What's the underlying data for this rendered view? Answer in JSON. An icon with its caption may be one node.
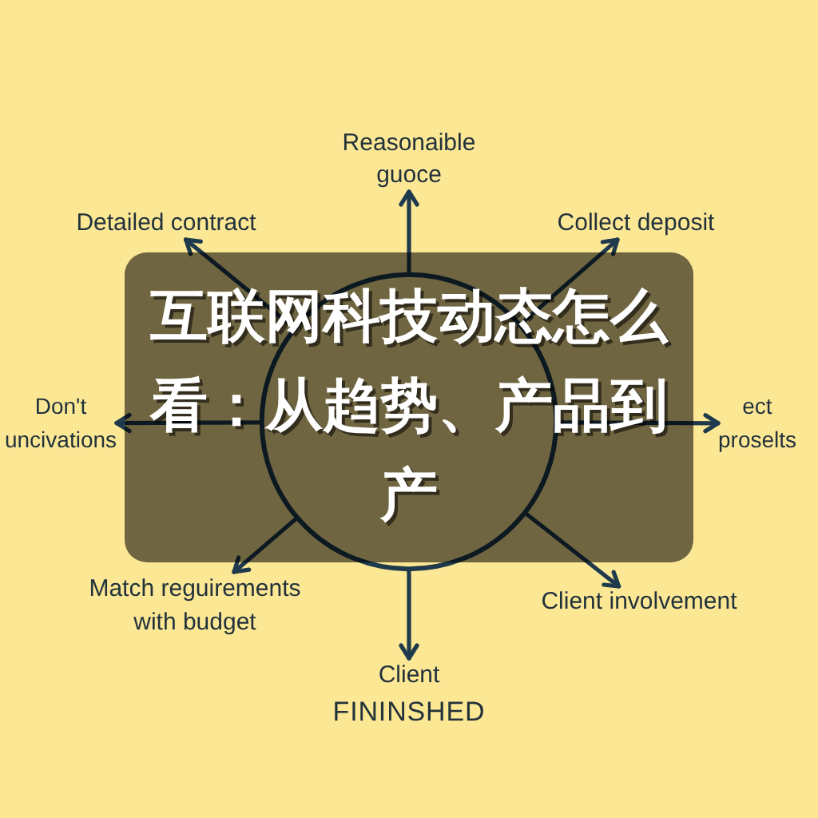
{
  "diagram": {
    "title": "互联网科技动态怎么看：从趋势、产品到产",
    "nodes": [
      {
        "text": [
          "Reasonaible guoce"
        ]
      },
      {
        "text": [
          "Detailed contract"
        ]
      },
      {
        "text": [
          "Collect deposit"
        ]
      },
      {
        "text": [
          "Don't uncivations"
        ]
      },
      {
        "text": [],
        "shape": "circle"
      },
      {
        "text": [
          "ect proselts"
        ]
      },
      {
        "text": [
          "Match reguirements with budget"
        ]
      },
      {
        "text": [
          "Client involvement"
        ]
      },
      {
        "text": [
          "Client",
          "FININSHED"
        ]
      }
    ],
    "edges": [
      {
        "from": 4,
        "to": 0,
        "arrow": "to"
      },
      {
        "from": 4,
        "to": 1,
        "arrow": "to"
      },
      {
        "from": 4,
        "to": 2,
        "arrow": "to"
      },
      {
        "from": 4,
        "to": 3,
        "arrow": "to"
      },
      {
        "from": 4,
        "to": 5,
        "arrow": "to"
      },
      {
        "from": 4,
        "to": 6,
        "arrow": "to"
      },
      {
        "from": 4,
        "to": 7,
        "arrow": "to"
      },
      {
        "from": 4,
        "to": 8,
        "arrow": "to"
      }
    ]
  }
}
